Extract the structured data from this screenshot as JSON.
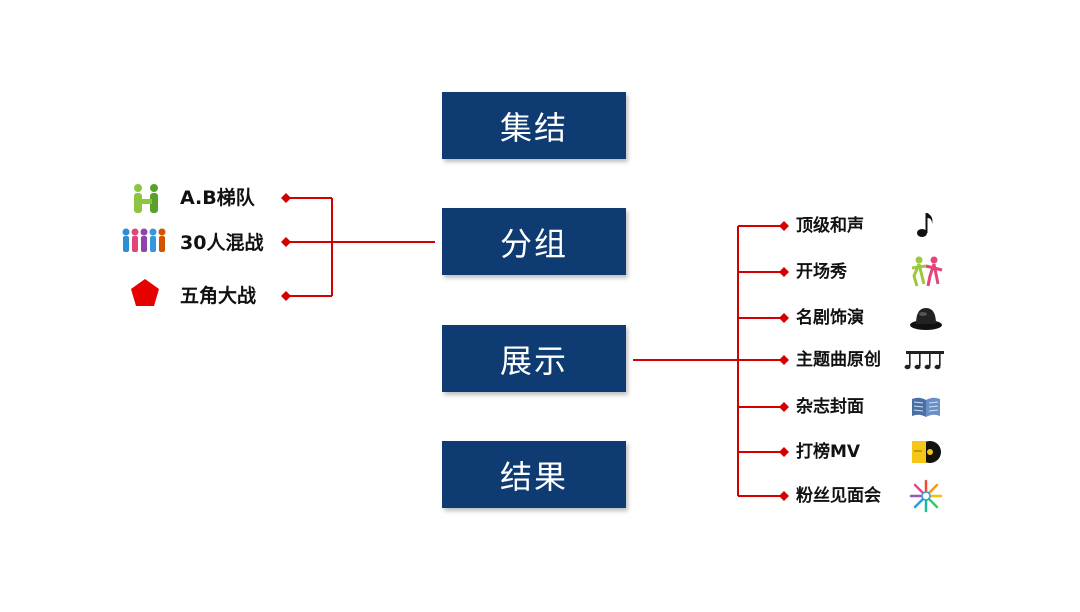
{
  "stages": [
    {
      "label": "集结"
    },
    {
      "label": "分组"
    },
    {
      "label": "展示"
    },
    {
      "label": "结果"
    }
  ],
  "group_items": [
    {
      "label": "A.B梯队",
      "icon": "people-pair-icon"
    },
    {
      "label": "30人混战",
      "icon": "crowd-icon"
    },
    {
      "label": "五角大战",
      "icon": "pentagon-icon"
    }
  ],
  "show_items": [
    {
      "label": "顶级和声",
      "icon": "music-note-icon"
    },
    {
      "label": "开场秀",
      "icon": "dancers-icon"
    },
    {
      "label": "名剧饰演",
      "icon": "bowler-hat-icon"
    },
    {
      "label": "主题曲原创",
      "icon": "sheet-music-icon"
    },
    {
      "label": "杂志封面",
      "icon": "open-book-icon"
    },
    {
      "label": "打榜MV",
      "icon": "vinyl-record-icon"
    },
    {
      "label": "粉丝见面会",
      "icon": "starburst-icon"
    }
  ],
  "colors": {
    "box": "#0e3c72",
    "connector": "#d40000"
  }
}
